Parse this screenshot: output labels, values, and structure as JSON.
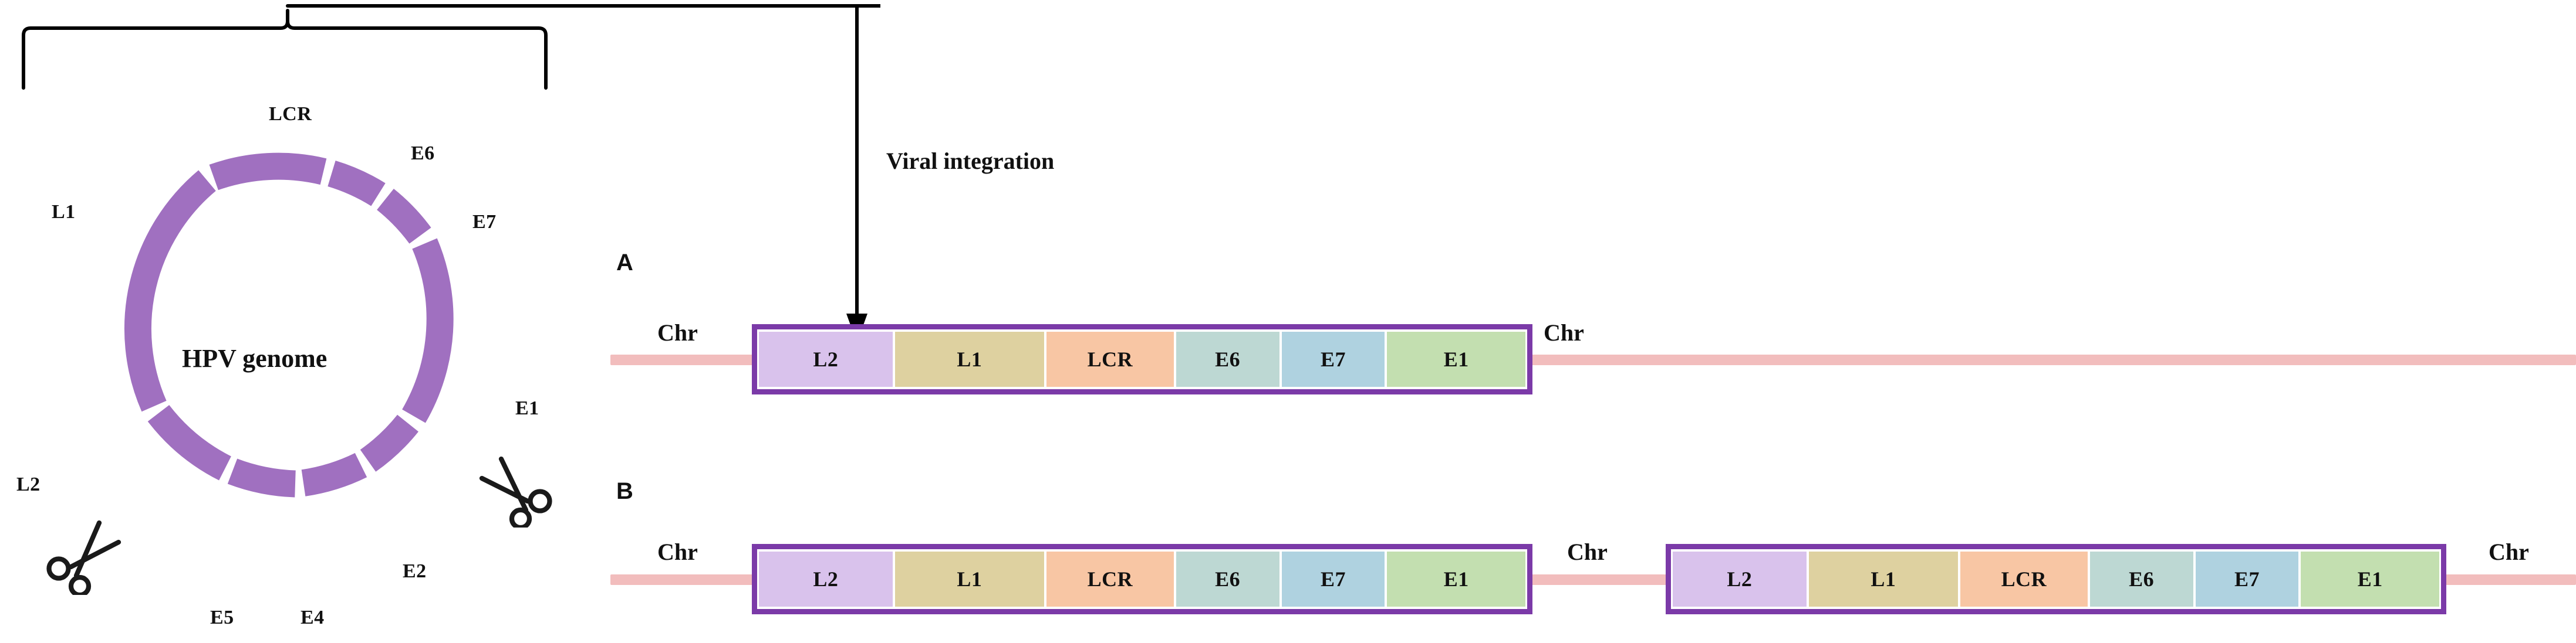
{
  "figure": {
    "title_text": "",
    "background_color": "#ffffff"
  },
  "genome_circle": {
    "center_label": "HPV genome",
    "ring_color": "#a070c0",
    "segments": [
      {
        "name": "LCR",
        "label": "LCR"
      },
      {
        "name": "E6",
        "label": "E6"
      },
      {
        "name": "E7",
        "label": "E7"
      },
      {
        "name": "E1",
        "label": "E1"
      },
      {
        "name": "E2",
        "label": "E2"
      },
      {
        "name": "E4",
        "label": "E4"
      },
      {
        "name": "E5",
        "label": "E5"
      },
      {
        "name": "L2",
        "label": "L2"
      },
      {
        "name": "L1",
        "label": "L1"
      }
    ],
    "cut_sites": [
      {
        "name": "scissors-right",
        "near_segment": "E1"
      },
      {
        "name": "scissors-left",
        "near_segment": "L2"
      }
    ]
  },
  "annotations": {
    "viral_integration_label": "Viral integration",
    "bracket_color": "#000000",
    "arrow_color": "#000000"
  },
  "panels": [
    {
      "letter": "A",
      "name": "panel-a-single-integration",
      "chr_label_left": "Chr",
      "chr_label_right": "Chr",
      "chr_line_color": "#f2bdbd",
      "cassette_border_color": "#7b3aa8",
      "cassettes": [
        {
          "name": "viral-cassette-1",
          "genes": [
            {
              "label": "L2",
              "color": "#d9c2ec"
            },
            {
              "label": "L1",
              "color": "#ded1a0"
            },
            {
              "label": "LCR",
              "color": "#f8c6a4"
            },
            {
              "label": "E6",
              "color": "#bdd8d3"
            },
            {
              "label": "E7",
              "color": "#afd2e0"
            },
            {
              "label": "E1",
              "color": "#c3dfb0"
            }
          ]
        }
      ]
    },
    {
      "letter": "B",
      "name": "panel-b-tandem-integration",
      "chr_label_left": "Chr",
      "chr_label_middle": "Chr",
      "chr_label_right": "Chr",
      "chr_line_color": "#f2bdbd",
      "cassette_border_color": "#7b3aa8",
      "cassettes": [
        {
          "name": "viral-cassette-1",
          "genes": [
            {
              "label": "L2",
              "color": "#d9c2ec"
            },
            {
              "label": "L1",
              "color": "#ded1a0"
            },
            {
              "label": "LCR",
              "color": "#f8c6a4"
            },
            {
              "label": "E6",
              "color": "#bdd8d3"
            },
            {
              "label": "E7",
              "color": "#afd2e0"
            },
            {
              "label": "E1",
              "color": "#c3dfb0"
            }
          ]
        },
        {
          "name": "viral-cassette-2",
          "genes": [
            {
              "label": "L2",
              "color": "#d9c2ec"
            },
            {
              "label": "L1",
              "color": "#ded1a0"
            },
            {
              "label": "LCR",
              "color": "#f8c6a4"
            },
            {
              "label": "E6",
              "color": "#bdd8d3"
            },
            {
              "label": "E7",
              "color": "#afd2e0"
            },
            {
              "label": "E1",
              "color": "#c3dfb0"
            }
          ]
        }
      ]
    }
  ]
}
